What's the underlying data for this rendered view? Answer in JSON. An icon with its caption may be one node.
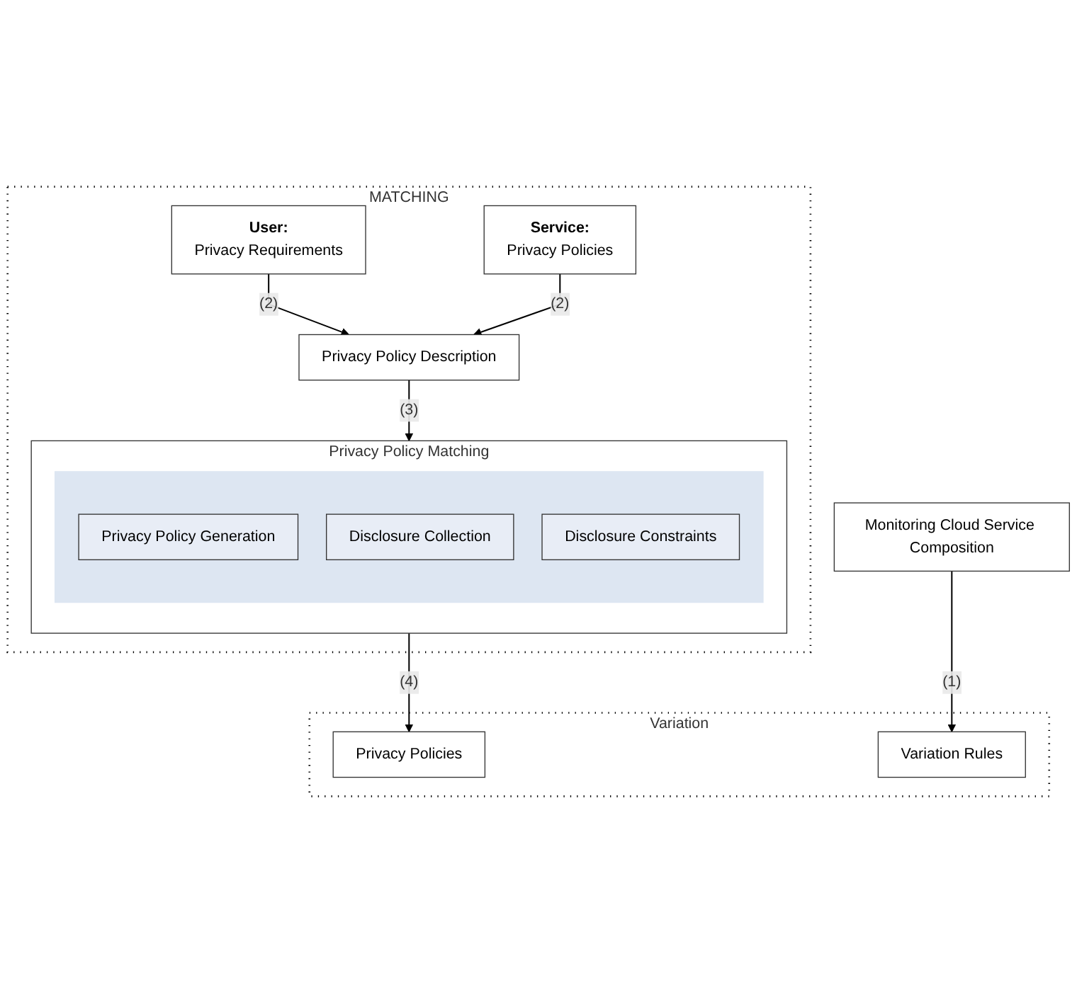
{
  "diagram": {
    "nodes": [
      {
        "text": [
          "MATCHING"
        ]
      },
      {
        "text": [
          "User:",
          "Privacy Requirements"
        ],
        "in": 0
      },
      {
        "text": [
          "Service:",
          "Privacy Policies"
        ],
        "in": 0
      },
      {
        "text": [
          "Privacy Policy Description"
        ],
        "in": 0
      },
      {
        "text": [
          "Privacy Policy Matching"
        ],
        "in": 0
      },
      {
        "text": [],
        "shape": "cloud",
        "in": 4
      },
      {
        "text": [
          "Privacy Policy Generation"
        ],
        "in": 5
      },
      {
        "text": [
          "Disclosure Collection"
        ],
        "in": 5
      },
      {
        "text": [
          "Disclosure Constraints"
        ],
        "in": 5
      },
      {
        "text": [
          "Variation"
        ]
      },
      {
        "text": [
          "Privacy Policies"
        ],
        "in": 9
      },
      {
        "text": [
          "Variation Rules"
        ],
        "in": 9
      },
      {
        "text": [
          "Monitoring Cloud Service Composition"
        ]
      }
    ],
    "edges": [
      {
        "from": 1,
        "to": 3,
        "arrow": "to",
        "label": "(2)"
      },
      {
        "from": 2,
        "to": 3,
        "arrow": "to",
        "label": "(2)"
      },
      {
        "from": 3,
        "to": 4,
        "arrow": "to",
        "label": "(3)"
      },
      {
        "from": 4,
        "to": 10,
        "arrow": "to",
        "label": "(4)"
      },
      {
        "from": 12,
        "to": 11,
        "arrow": "to",
        "label": "(1)"
      }
    ]
  }
}
